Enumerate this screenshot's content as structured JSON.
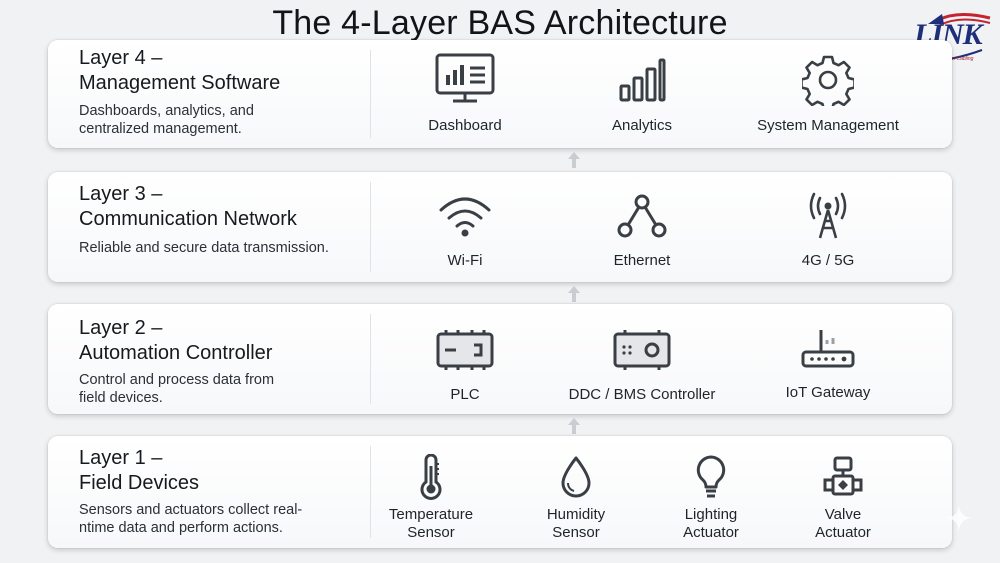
{
  "title": "The 4-Layer BAS Architecture",
  "logo": {
    "text": "LINK",
    "tagline": "American Cabling"
  },
  "layers": [
    {
      "heading_line1": "Layer 4 –",
      "heading_line2": "Management Software",
      "desc_line1": "Dashboards, analytics, and",
      "desc_line2": "centralized management.",
      "items": [
        {
          "label": "Dashboard",
          "icon": "monitor-chart-icon"
        },
        {
          "label": "Analytics",
          "icon": "bar-chart-icon"
        },
        {
          "label": "System Management",
          "icon": "gear-icon"
        }
      ]
    },
    {
      "heading_line1": "Layer 3 –",
      "heading_line2": "Communication Network",
      "desc_line1": "Reliable and secure data transmission.",
      "items": [
        {
          "label": "Wi-Fi",
          "icon": "wifi-icon"
        },
        {
          "label": "Ethernet",
          "icon": "network-nodes-icon"
        },
        {
          "label": "4G / 5G",
          "icon": "cell-tower-icon"
        }
      ]
    },
    {
      "heading_line1": "Layer 2 –",
      "heading_line2": "Automation Controller",
      "desc_line1": "Control and process data from",
      "desc_line2": "field devices.",
      "items": [
        {
          "label": "PLC",
          "icon": "plc-module-icon"
        },
        {
          "label": "DDC / BMS Controller",
          "icon": "controller-box-icon"
        },
        {
          "label": "IoT Gateway",
          "icon": "router-icon"
        }
      ]
    },
    {
      "heading_line1": "Layer 1 –",
      "heading_line2": "Field Devices",
      "desc_line1": "Sensors and actuators collect real-",
      "desc_line2": "ntime data and perform actions.",
      "items": [
        {
          "label_line1": "Temperature",
          "label_line2": "Sensor",
          "icon": "thermometer-icon"
        },
        {
          "label_line1": "Humidity",
          "label_line2": "Sensor",
          "icon": "water-drop-icon"
        },
        {
          "label_line1": "Lighting",
          "label_line2": "Actuator",
          "icon": "light-bulb-icon"
        },
        {
          "label_line1": "Valve",
          "label_line2": "Actuator",
          "icon": "valve-icon"
        }
      ]
    }
  ],
  "colors": {
    "icon_stroke": "#3a3f45",
    "card_bg": "#ffffff",
    "page_bg": "#f1f2f4"
  }
}
